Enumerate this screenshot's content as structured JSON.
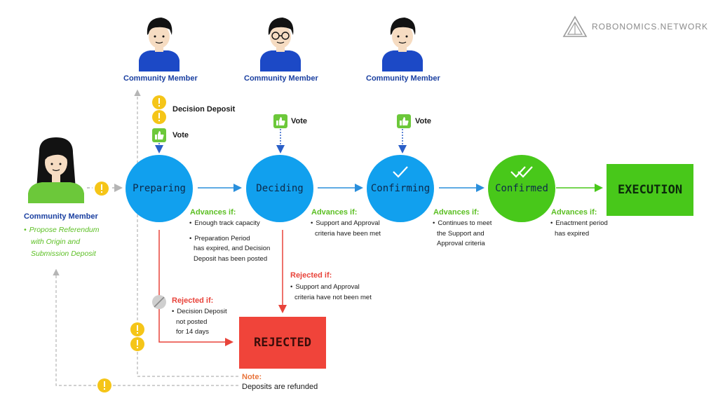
{
  "logo": {
    "text": "ROBONOMICS.NETWORK",
    "icon": "robonomics-triangle-logo"
  },
  "members": [
    {
      "label": "Community Member",
      "avatar": "man-avatar"
    },
    {
      "label": "Community Member",
      "avatar": "man-with-glasses-avatar"
    },
    {
      "label": "Community Member",
      "avatar": "man-avatar"
    }
  ],
  "proposer": {
    "label": "Community Member",
    "avatar": "woman-avatar",
    "action_lines": [
      "Propose Referendum",
      "with Origin and",
      "Submission Deposit"
    ]
  },
  "actions": {
    "decision_deposit": "Decision Deposit",
    "vote1": "Vote",
    "vote2": "Vote",
    "vote3": "Vote"
  },
  "stages": {
    "preparing": "Preparing",
    "deciding": "Deciding",
    "confirming": "Confirming",
    "confirmed": "Confirmed",
    "execution": "EXECUTION",
    "rejected": "REJECTED"
  },
  "advances": {
    "label1": "Advances if:",
    "label2": "Advances if:",
    "label3": "Advances if:",
    "label4": "Advances if:",
    "preparing_1": "Enough track capacity",
    "preparing_2a": "Preparation Period",
    "preparing_2b": "has expired, and Decision",
    "preparing_2c": "Deposit has been posted",
    "deciding_1a": "Support and Approval",
    "deciding_1b": "criteria have been met",
    "confirming_1a": "Continues to meet",
    "confirming_1b": "the Support and",
    "confirming_1c": "Approval criteria",
    "confirmed_1a": "Enactment period",
    "confirmed_1b": "has expired"
  },
  "rejections": {
    "label1": "Rejected if:",
    "label2": "Rejected if:",
    "preparing_1a": "Decision Deposit",
    "preparing_1b": "not posted",
    "preparing_1c": "for 14 days",
    "deciding_1a": "Support and Approval",
    "deciding_1b": "criteria have not been met"
  },
  "note": {
    "title": "Note:",
    "text": "Deposits are refunded"
  },
  "colors": {
    "blue_stage": "#11a0ee",
    "green_stage": "#48c81a",
    "rejected": "#f0443a",
    "member_blue": "#1a3fa0",
    "advance_green": "#5bbf22",
    "reject_red": "#e8433a",
    "coin": "#f5c518",
    "vote_icon": "#6cc83a"
  }
}
